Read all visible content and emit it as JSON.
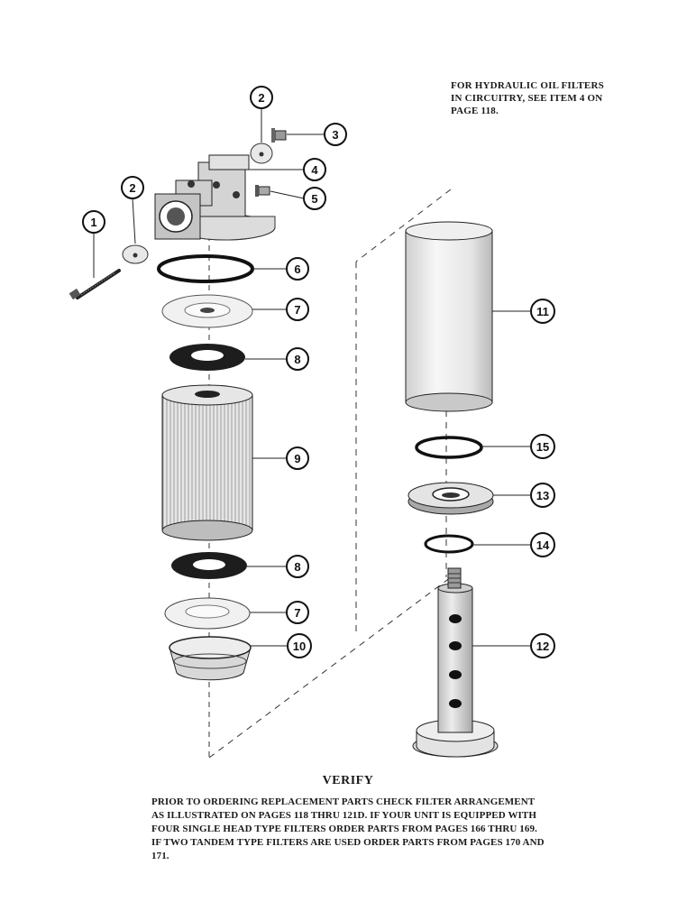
{
  "note": {
    "lines": [
      "FOR HYDRAULIC OIL FILTERS",
      "IN CIRCUITRY, SEE ITEM 4 ON",
      "PAGE 118."
    ]
  },
  "verify": {
    "title": "VERIFY",
    "lines": [
      "PRIOR TO ORDERING REPLACEMENT PARTS CHECK FILTER ARRANGEMENT",
      "AS ILLUSTRATED ON PAGES 118 THRU 121D. IF YOUR UNIT IS EQUIPPED WITH",
      "FOUR SINGLE HEAD TYPE FILTERS ORDER PARTS FROM PAGES 166 THRU 169.",
      "IF TWO TANDEM TYPE FILTERS ARE USED ORDER PARTS FROM PAGES 170 AND",
      "171."
    ]
  },
  "callouts": {
    "c1": "1",
    "c2a": "2",
    "c2b": "2",
    "c3": "3",
    "c4": "4",
    "c5": "5",
    "c6": "6",
    "c7a": "7",
    "c8a": "8",
    "c9": "9",
    "c8b": "8",
    "c7b": "7",
    "c10": "10",
    "c11": "11",
    "c15": "15",
    "c13": "13",
    "c14": "14",
    "c12": "12"
  }
}
